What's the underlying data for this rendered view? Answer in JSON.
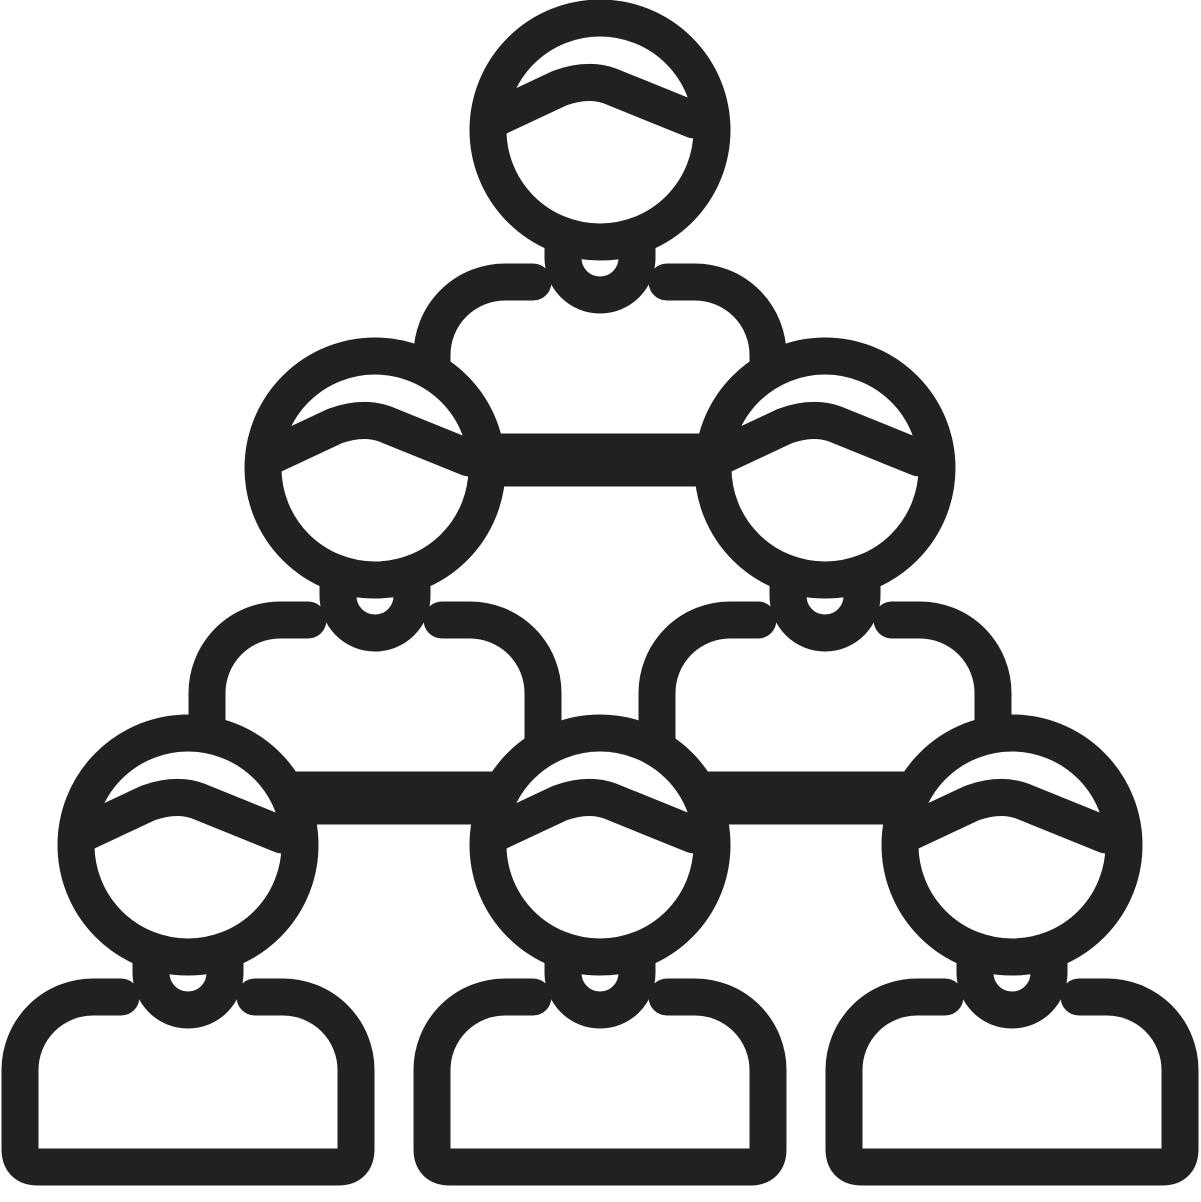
{
  "icon": {
    "name": "team-pyramid-icon",
    "stroke_color": "#212121",
    "background_color": "#ffffff",
    "people_per_row": [
      1,
      2,
      3
    ]
  }
}
